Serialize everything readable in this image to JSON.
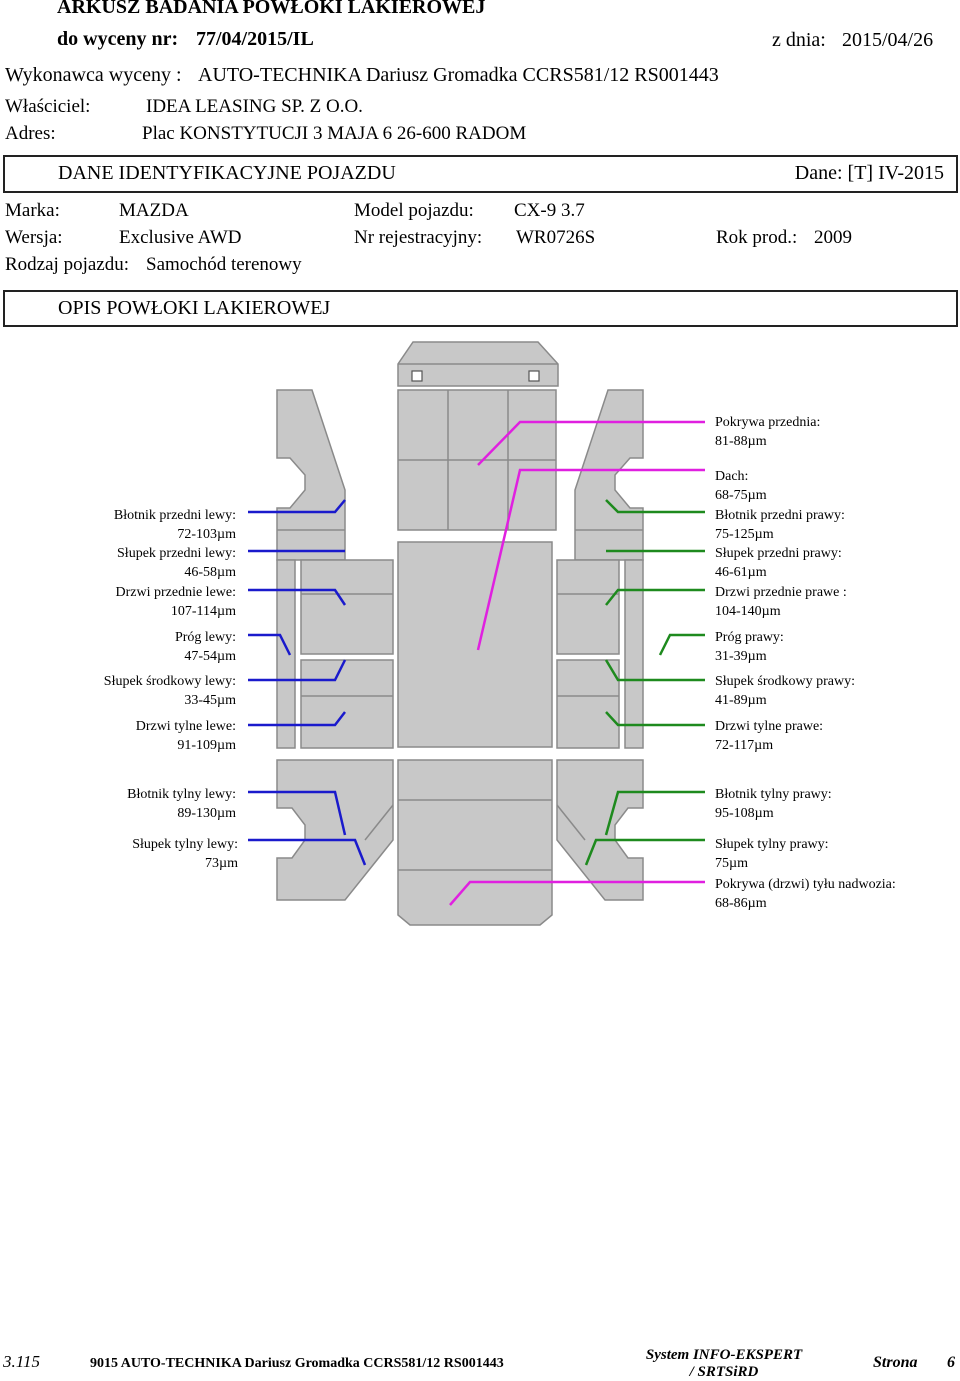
{
  "header": {
    "title": "ARKUSZ BADANIA POWŁOKI LAKIEROWEJ",
    "valuation_label": "do wyceny nr:",
    "valuation_no": "77/04/2015/IL",
    "date_label": "z dnia:",
    "date": "2015/04/26",
    "contractor_label": "Wykonawca wyceny :",
    "contractor": "AUTO-TECHNIKA Dariusz Gromadka CCRS581/12 RS001443",
    "owner_label": "Właściciel:",
    "owner": "IDEA LEASING SP. Z O.O.",
    "address_label": "Adres:",
    "address": "Plac KONSTYTUCJI 3 MAJA 6 26-600 RADOM"
  },
  "vehicle_section": {
    "title": "DANE IDENTYFIKACYJNE POJAZDU",
    "data_label": "Dane: [T] IV-2015"
  },
  "vehicle": {
    "make_label": "Marka:",
    "make": "MAZDA",
    "model_label": "Model pojazdu:",
    "model": "CX-9 3.7",
    "version_label": "Wersja:",
    "version": "Exclusive AWD",
    "reg_label": "Nr rejestracyjny:",
    "reg": "WR0726S",
    "year_label": "Rok prod.:",
    "year": "2009",
    "type_label": "Rodzaj pojazdu:",
    "type": "Samochód terenowy"
  },
  "paint_section": {
    "title": "OPIS POWŁOKI LAKIEROWEJ"
  },
  "measurements_left": [
    {
      "name": "Błotnik przedni lewy:",
      "value": "72-103µm"
    },
    {
      "name": "Słupek przedni lewy:",
      "value": "46-58µm"
    },
    {
      "name": "Drzwi przednie lewe:",
      "value": "107-114µm"
    },
    {
      "name": "Próg lewy:",
      "value": "47-54µm"
    },
    {
      "name": "Słupek środkowy lewy:",
      "value": "33-45µm"
    },
    {
      "name": "Drzwi tylne lewe:",
      "value": "91-109µm"
    },
    {
      "name": "Błotnik tylny lewy:",
      "value": "89-130µm"
    },
    {
      "name": "Słupek tylny lewy:",
      "value": "73µm"
    }
  ],
  "measurements_right": [
    {
      "name": "Pokrywa przednia:",
      "value": "81-88µm"
    },
    {
      "name": "Dach:",
      "value": "68-75µm"
    },
    {
      "name": "Błotnik przedni prawy:",
      "value": "75-125µm"
    },
    {
      "name": "Słupek przedni prawy:",
      "value": "46-61µm"
    },
    {
      "name": "Drzwi przednie prawe :",
      "value": "104-140µm"
    },
    {
      "name": "Próg prawy:",
      "value": "31-39µm"
    },
    {
      "name": "Słupek środkowy prawy:",
      "value": "41-89µm"
    },
    {
      "name": "Drzwi tylne prawe:",
      "value": "72-117µm"
    },
    {
      "name": "Błotnik tylny prawy:",
      "value": "95-108µm"
    },
    {
      "name": "Słupek tylny prawy:",
      "value": "75µm"
    },
    {
      "name": "Pokrywa (drzwi) tyłu nadwozia:",
      "value": "68-86µm"
    }
  ],
  "colors": {
    "left_lines": "#1a1acc",
    "right_lines": "#1e8a1e",
    "center_lines": "#e020e0",
    "panel_fill": "#c8c8c8",
    "panel_stroke": "#8a8a8a"
  },
  "footer": {
    "version": "3.115",
    "company": "9015 AUTO-TECHNIKA Dariusz Gromadka CCRS581/12 RS001443",
    "system_line1": "System INFO-EKSPERT",
    "system_line2": "/ SRTSiRD",
    "page_label": "Strona",
    "page_no": "6"
  }
}
